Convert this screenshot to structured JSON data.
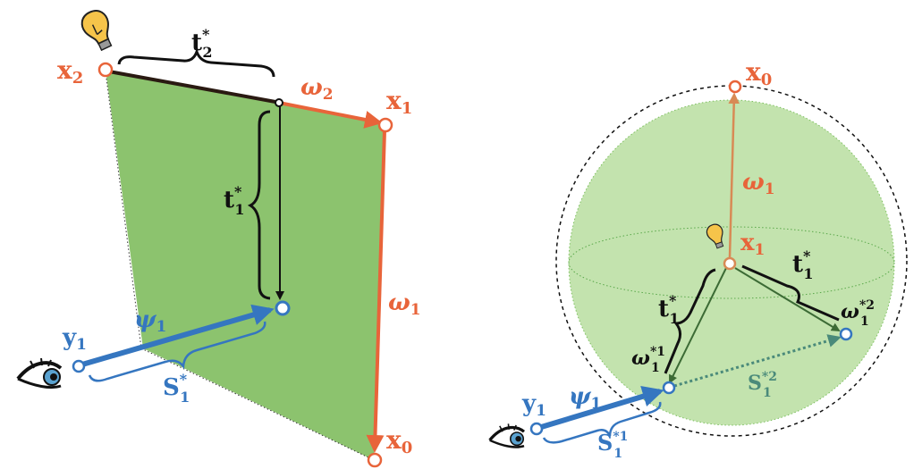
{
  "colors": {
    "orange": "#e8643a",
    "blue": "#3576c0",
    "green_plane": "#8cc36e",
    "sphere_fill": "#c3e3ae",
    "dark_green": "#3c6b35",
    "teal": "#4a8a7a"
  },
  "icons": [
    "lightbulb-icon",
    "eye-icon"
  ],
  "left_diagram": {
    "x2": {
      "main": "x",
      "sub": "2"
    },
    "x1": {
      "main": "x",
      "sub": "1"
    },
    "x0": {
      "main": "x",
      "sub": "0"
    },
    "y1": {
      "main": "y",
      "sub": "1"
    },
    "omega2": {
      "main": "ω",
      "sub": "2"
    },
    "omega1": {
      "main": "ω",
      "sub": "1"
    },
    "psi1": {
      "main": "ψ",
      "sub": "1"
    },
    "t2": {
      "main": "t",
      "sub": "2",
      "sup": "*"
    },
    "t1": {
      "main": "t",
      "sub": "1",
      "sup": "*"
    },
    "S1": {
      "main": "S",
      "sub": "1",
      "sup": "*"
    }
  },
  "right_diagram": {
    "x0": {
      "main": "x",
      "sub": "0"
    },
    "x1": {
      "main": "x",
      "sub": "1"
    },
    "y1": {
      "main": "y",
      "sub": "1"
    },
    "omega1": {
      "main": "ω",
      "sub": "1"
    },
    "psi1": {
      "main": "ψ",
      "sub": "1"
    },
    "t1_right": {
      "main": "t",
      "sub": "1",
      "sup": "*"
    },
    "t1_left": {
      "main": "t",
      "sub": "1",
      "sup": "*"
    },
    "omega1_s1": {
      "main": "ω",
      "sub": "1",
      "sup": "*1"
    },
    "omega1_s2": {
      "main": "ω",
      "sub": "1",
      "sup": "*2"
    },
    "S1_s1": {
      "main": "S",
      "sub": "1",
      "sup": "*1"
    },
    "S1_s2": {
      "main": "S",
      "sub": "1",
      "sup": "*2"
    }
  }
}
